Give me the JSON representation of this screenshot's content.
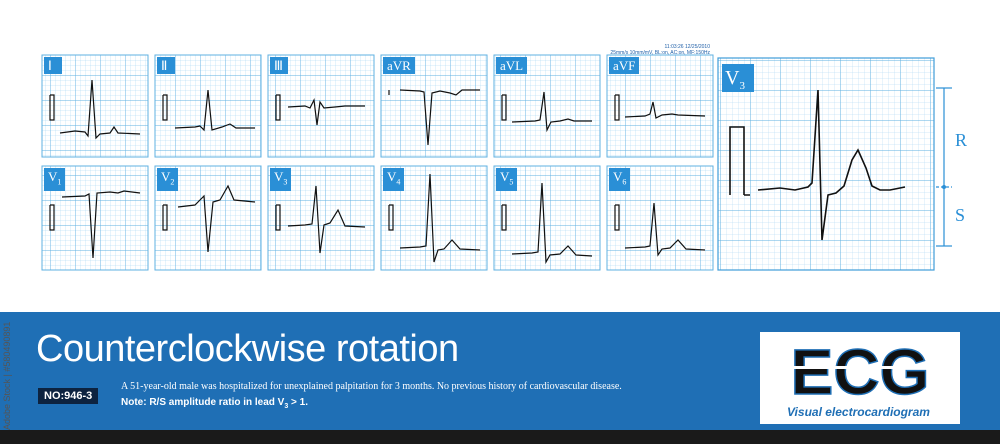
{
  "header": {
    "timestamp": "11:03:26 12/25/2010",
    "settings": "25mm/s 10mm/mV, BL:on, AC:on, MF:150Hz"
  },
  "leads": {
    "row1": [
      "Ⅰ",
      "Ⅱ",
      "Ⅲ",
      "aVR",
      "aVL",
      "aVF"
    ],
    "row2_prefix": [
      "V",
      "V",
      "V",
      "V",
      "V",
      "V"
    ],
    "row2_sub": [
      "1",
      "2",
      "3",
      "4",
      "5",
      "6"
    ]
  },
  "detail": {
    "lead_prefix": "V",
    "lead_sub": "3",
    "r_label": "R",
    "s_label": "S"
  },
  "banner": {
    "title": "Counterclockwise rotation",
    "case_id": "NO:946-3",
    "description": "A 51-year-old male was hospitalized for unexplained palpitation for 3 months. No previous history of cardiovascular disease.",
    "note_prefix": "Note: R/S amplitude ratio in lead V",
    "note_sub": "3",
    "note_suffix": " > 1."
  },
  "logo": {
    "text": "ECG",
    "subtitle": "Visual electrocardiogram"
  },
  "side_id": "Adobe Stock | #580490891",
  "colors": {
    "grid": "#7ec3ea",
    "grid_major": "#3f9dd8",
    "label_bg": "#2a8fd6",
    "banner": "#1f6fb5",
    "trace": "#111111"
  }
}
